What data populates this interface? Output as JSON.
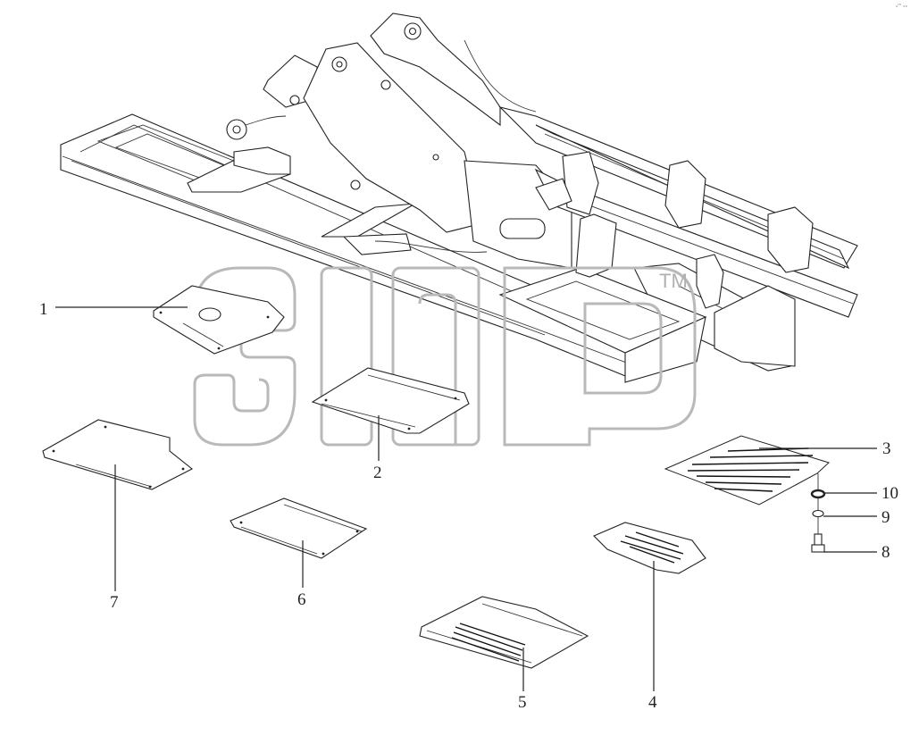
{
  "watermark": {
    "trademark": "TM"
  },
  "corner_mark": "ᵤᵐ ᵥᵥ",
  "callouts": [
    {
      "number": "1"
    },
    {
      "number": "2"
    },
    {
      "number": "3"
    },
    {
      "number": "4"
    },
    {
      "number": "5"
    },
    {
      "number": "6"
    },
    {
      "number": "7"
    },
    {
      "number": "8"
    },
    {
      "number": "9"
    },
    {
      "number": "10"
    }
  ]
}
